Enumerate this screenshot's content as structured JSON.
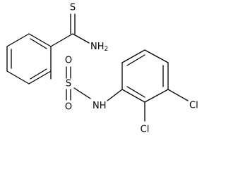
{
  "structure": {
    "atoms": {
      "thioamide_s": "S",
      "thioamide_n": "NH",
      "thioamide_n_subscript": "2",
      "sulfonyl_s": "S",
      "sulfonyl_o_upper": "O",
      "sulfonyl_o_lower": "O",
      "sulfonamide_n": "N",
      "sulfonamide_h": "H",
      "cl_ring_meta": "Cl",
      "cl_ring_ortho": "Cl"
    }
  },
  "colors": {
    "bond": "#000000",
    "background": "#ffffff",
    "text": "#000000"
  }
}
